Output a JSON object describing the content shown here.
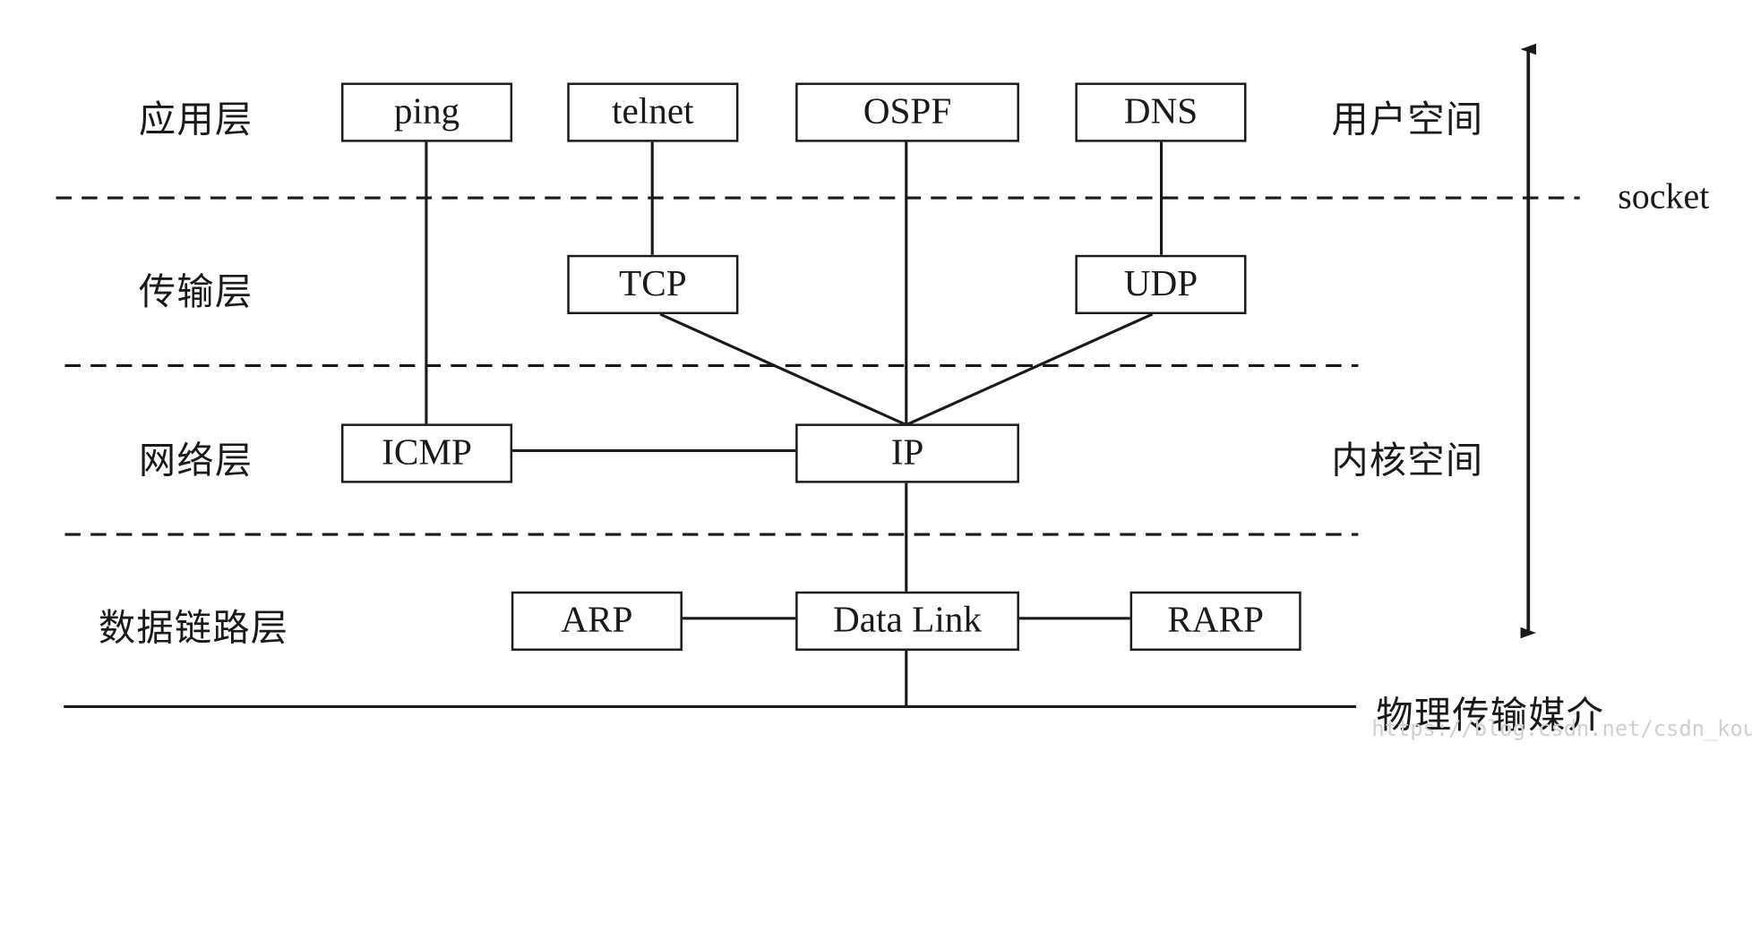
{
  "layers": {
    "application": "应用层",
    "transport": "传输层",
    "network": "网络层",
    "datalink": "数据链路层"
  },
  "spaces": {
    "user": "用户空间",
    "kernel": "内核空间"
  },
  "boundary_label": "socket",
  "medium_label": "物理传输媒介",
  "protocols": {
    "ping": "ping",
    "telnet": "telnet",
    "ospf": "OSPF",
    "dns": "DNS",
    "tcp": "TCP",
    "udp": "UDP",
    "icmp": "ICMP",
    "ip": "IP",
    "arp": "ARP",
    "datalink": "Data Link",
    "rarp": "RARP"
  },
  "watermark": "https://blog.csdn.net/csdn_kou"
}
